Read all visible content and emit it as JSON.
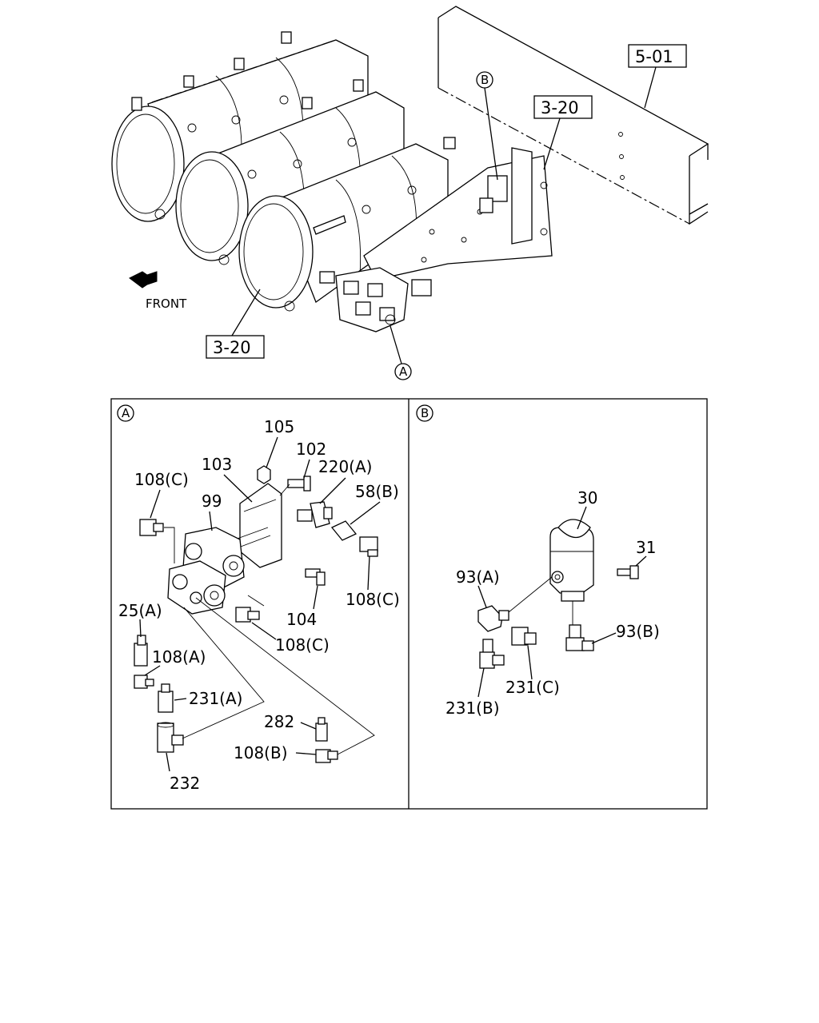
{
  "overview": {
    "front_label": "FRONT",
    "refs": {
      "frame_ref": "5-01",
      "tank_ref_upper": "3-20",
      "tank_ref_lower": "3-20"
    },
    "callouts": {
      "a": "A",
      "b": "B"
    }
  },
  "panel_a": {
    "tag": "A",
    "labels": {
      "p105": "105",
      "p102": "102",
      "p103": "103",
      "p220a": "220(A)",
      "p108c_top": "108(C)",
      "p99": "99",
      "p58b": "58(B)",
      "p108c_right": "108(C)",
      "p104": "104",
      "p25a": "25(A)",
      "p108c_bottom": "108(C)",
      "p108a": "108(A)",
      "p231a": "231(A)",
      "p282": "282",
      "p108b": "108(B)",
      "p232": "232"
    }
  },
  "panel_b": {
    "tag": "B",
    "labels": {
      "p30": "30",
      "p31": "31",
      "p93a": "93(A)",
      "p93b": "93(B)",
      "p231c": "231(C)",
      "p231b": "231(B)"
    }
  }
}
